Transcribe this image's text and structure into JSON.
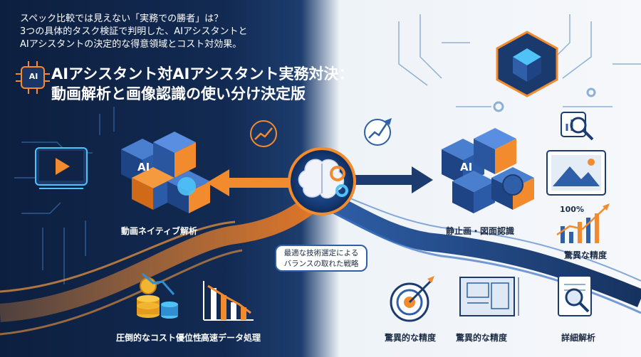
{
  "intro": {
    "line1": "スペック比較では見えない「実務での勝者」は？",
    "line2": "3つの具体的タスク検証で判明した、AIアシスタントと",
    "line3": "AIアシスタントの決定的な得意領域とコスト対効果。"
  },
  "title": {
    "line1": "AIアシスタント対AIアシスタント実務対決：",
    "line2": "動画解析と画像認識の使い分け決定版"
  },
  "badge_ai": "AI",
  "left_cube_ai": "AI",
  "right_cube_ai": "AI",
  "labels": {
    "video_native": "動画ネイティブ解析",
    "still_image": "静止画・図面認識",
    "cost": "圧倒的なコスト優位性",
    "fast_data": "高速データ処理",
    "amazing_accuracy_top": "驚異な精度",
    "amazing_accuracy_target": "驚異的な精度",
    "amazing_accuracy_blueprint": "驚異的な精度",
    "detail": "詳細解析",
    "percent": "100%"
  },
  "center_pill": {
    "line1": "最適な技術選定による",
    "line2": "バランスの取れた戦略"
  },
  "colors": {
    "dark_bg": "#0d1f3f",
    "light_bg": "#f6f8fb",
    "orange": "#f28a2e",
    "blue": "#2f5fa8",
    "cyan": "#4fc3f7"
  }
}
